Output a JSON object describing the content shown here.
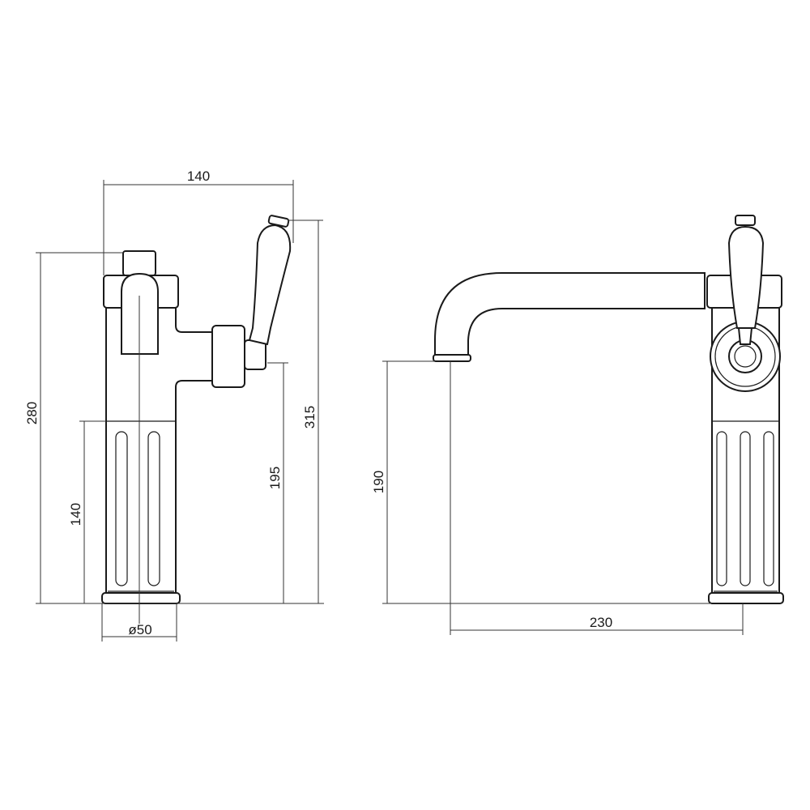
{
  "dimensions": {
    "left_view": {
      "overall_width": "140",
      "body_height": "280",
      "fluted_height": "140",
      "lever_axis_height": "195",
      "total_height": "315",
      "base_diameter": "ø50"
    },
    "right_view": {
      "spout_height": "190",
      "spout_reach": "230"
    }
  }
}
